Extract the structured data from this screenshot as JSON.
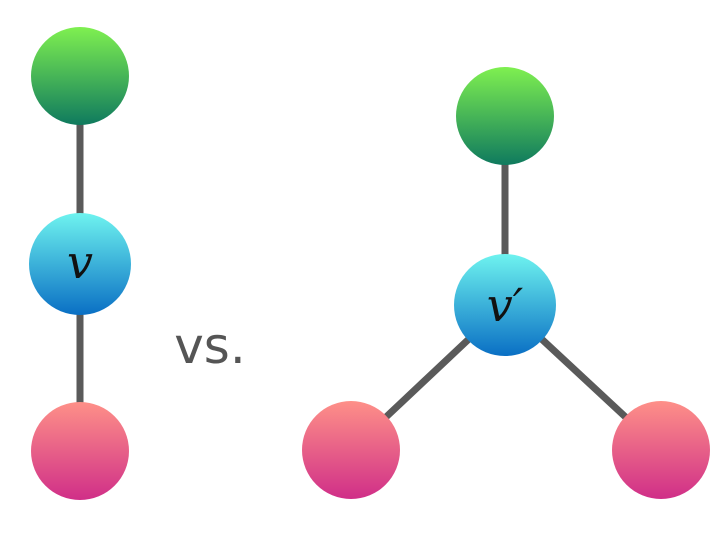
{
  "left_graph": {
    "center_label": "v"
  },
  "right_graph": {
    "center_label": "v′"
  },
  "comparison_text": "vs.",
  "colors": {
    "edge": "#5a5a5a",
    "green_top": "#7ff050",
    "green_bottom": "#0f7a5e",
    "blue_top": "#6ef3ef",
    "blue_bottom": "#0a6fc4",
    "pink_top": "#fe9088",
    "pink_bottom": "#d02f88"
  }
}
